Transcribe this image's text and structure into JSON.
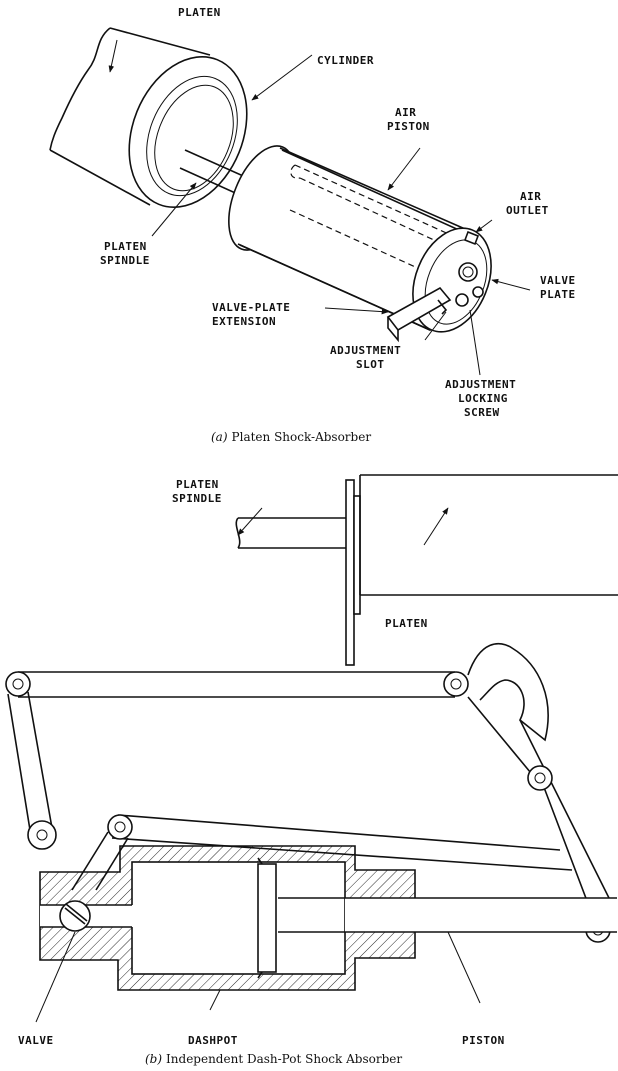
{
  "figure_a": {
    "labels": {
      "platen": "PLATEN",
      "cylinder": "CYLINDER",
      "air_piston_1": "AIR",
      "air_piston_2": "PISTON",
      "air_outlet_1": "AIR",
      "air_outlet_2": "OUTLET",
      "platen_spindle_1": "PLATEN",
      "platen_spindle_2": "SPINDLE",
      "valve_plate_1": "VALVE",
      "valve_plate_2": "PLATE",
      "vp_extension_1": "VALVE-PLATE",
      "vp_extension_2": "EXTENSION",
      "adj_slot_1": "ADJUSTMENT",
      "adj_slot_2": "SLOT",
      "adj_lock_1": "ADJUSTMENT",
      "adj_lock_2": "LOCKING",
      "adj_lock_3": "SCREW"
    },
    "caption_letter": "(a)",
    "caption_text": "Platen Shock-Absorber"
  },
  "figure_b": {
    "labels": {
      "platen_spindle_1": "PLATEN",
      "platen_spindle_2": "SPINDLE",
      "platen": "PLATEN",
      "valve": "VALVE",
      "dashpot": "DASHPOT",
      "piston": "PISTON"
    },
    "caption_letter": "(b)",
    "caption_text": "Independent Dash-Pot Shock Absorber"
  }
}
